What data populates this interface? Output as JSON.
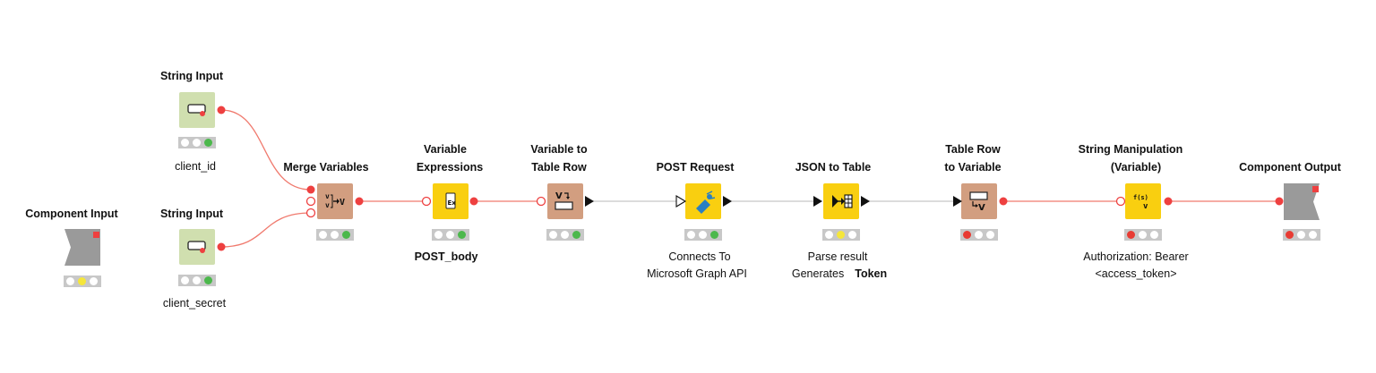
{
  "nodes": {
    "component_input": {
      "title": "Component Input",
      "status": [
        "white",
        "yellow",
        "white"
      ],
      "color": "#9a9a9a"
    },
    "string_input_1": {
      "title": "String Input",
      "label": "client_id",
      "status": [
        "white",
        "white",
        "green"
      ],
      "color": "#d0dfaf"
    },
    "string_input_2": {
      "title": "String Input",
      "label": "client_secret",
      "status": [
        "white",
        "white",
        "green"
      ],
      "color": "#d0dfaf"
    },
    "merge_variables": {
      "title": "Merge Variables",
      "status": [
        "white",
        "white",
        "green"
      ],
      "color": "#d29e80"
    },
    "variable_expressions": {
      "title_l1": "Variable",
      "title_l2": "Expressions",
      "label": "POST_body",
      "status": [
        "white",
        "white",
        "green"
      ],
      "color": "#f9cf10"
    },
    "variable_to_table_row": {
      "title_l1": "Variable to",
      "title_l2": "Table Row",
      "status": [
        "white",
        "white",
        "green"
      ],
      "color": "#d29e80"
    },
    "post_request": {
      "title": "POST Request",
      "label_l1": "Connects To",
      "label_l2": "Microsoft Graph API",
      "status": [
        "white",
        "white",
        "green"
      ],
      "color": "#f9cf10"
    },
    "json_to_table": {
      "title": "JSON to Table",
      "label_l1": "Parse result",
      "label_l2a": "Generates",
      "label_l2b": "Token",
      "status": [
        "white",
        "yellow",
        "white"
      ],
      "color": "#f9cf10"
    },
    "table_row_to_variable": {
      "title_l1": "Table Row",
      "title_l2": "to Variable",
      "status": [
        "red",
        "white",
        "white"
      ],
      "color": "#d29e80"
    },
    "string_manipulation": {
      "title_l1": "String Manipulation",
      "title_l2": "(Variable)",
      "label_l1": "Authorization: Bearer",
      "label_l2": "<access_token>",
      "status": [
        "red",
        "white",
        "white"
      ],
      "color": "#f9cf10"
    },
    "component_output": {
      "title": "Component Output",
      "status": [
        "red",
        "white",
        "white"
      ],
      "color": "#9a9a9a"
    }
  },
  "colors": {
    "flow_variable_connection": "#f07a6e",
    "data_connection": "#c8c8c8",
    "status_red": "#e83b33",
    "status_yellow": "#f5e63a",
    "status_green": "#4cb84c",
    "status_white": "#ffffff",
    "status_bar": "#c8c8c8",
    "port_red": "#ee4040"
  },
  "icons": {
    "string_input": "string-widget-icon",
    "merge_variables": "merge-variables-icon",
    "variable_expressions": "expression-icon",
    "variable_to_table_row": "variable-to-table-row-icon",
    "post_request": "rest-post-icon",
    "json_to_table": "json-to-table-icon",
    "table_row_to_variable": "table-row-to-variable-icon",
    "string_manipulation": "string-manipulation-icon",
    "component_io": "component-port-icon"
  }
}
